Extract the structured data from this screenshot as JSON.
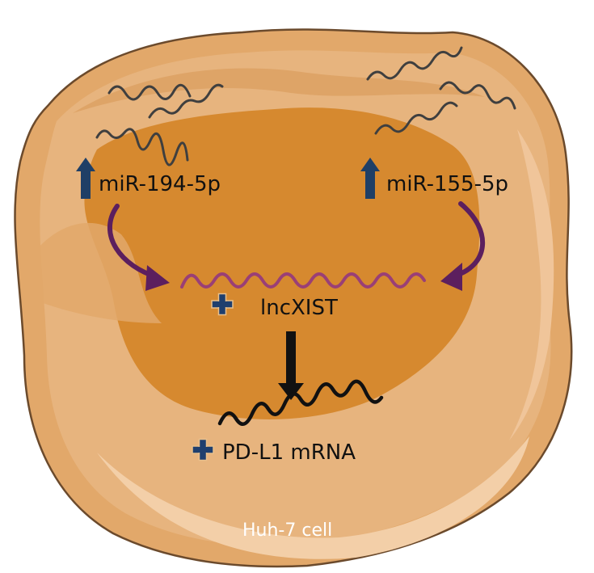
{
  "diagram": {
    "labels": {
      "mir194": "miR-194-5p",
      "mir155": "miR-155-5p",
      "lncxist": "lncXIST",
      "pdl1": "PD-L1 mRNA",
      "cell": "Huh-7 cell"
    },
    "colors": {
      "cell_outer": "#e2a86a",
      "cell_inner": "#e7b47e",
      "cell_highlight": "#efc392",
      "nucleus": "#d6892f",
      "cell_edge_light": "#f3cfa8",
      "cell_outline": "#6b4a2c",
      "mirna_strand": "#3f3f3f",
      "up_arrow": "#1f3f66",
      "curved_arrow": "#5c1f5e",
      "lncrna_strand": "#9a3f76",
      "plus_sign": "#1f3f6e",
      "mrna_strand": "#111111",
      "down_arrow": "#111111"
    }
  }
}
